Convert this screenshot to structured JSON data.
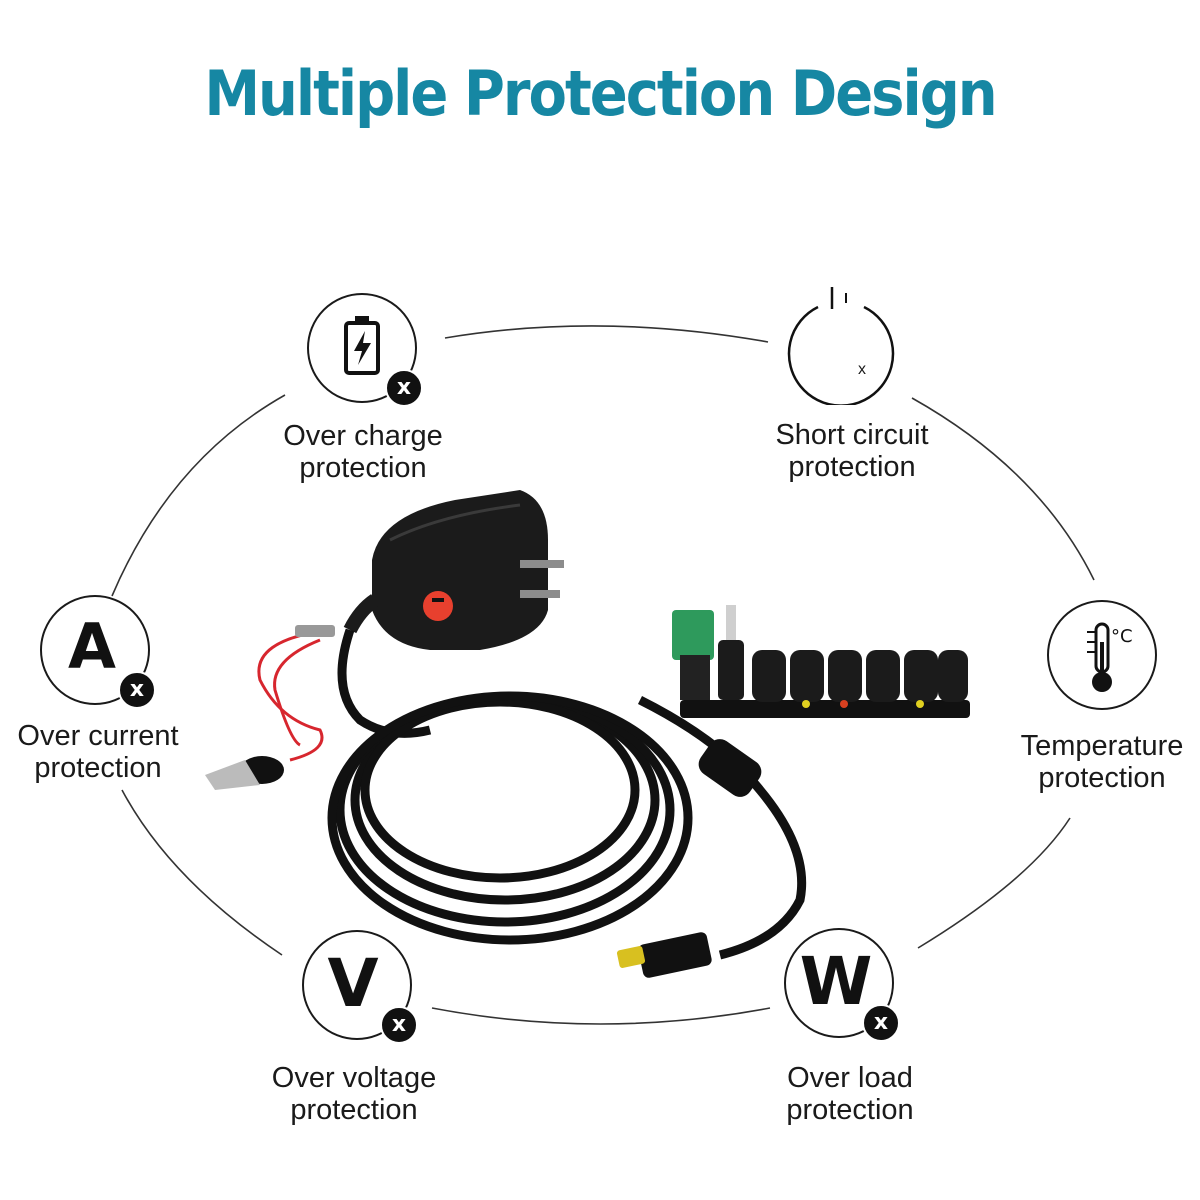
{
  "title": "Multiple Protection Design",
  "features": {
    "over_charge": {
      "line1": "Over charge",
      "line2": "protection",
      "icon": "battery-charging-icon"
    },
    "short_circuit": {
      "line1": "Short circuit",
      "line2": "protection",
      "icon": "power-icon"
    },
    "over_current": {
      "line1": "Over current",
      "line2": "protection",
      "icon": "amp-icon",
      "glyph": "A"
    },
    "temperature": {
      "line1": "Temperature",
      "line2": "protection",
      "icon": "thermometer-icon",
      "unit": "°C"
    },
    "over_voltage": {
      "line1": "Over voltage",
      "line2": "protection",
      "icon": "volt-icon",
      "glyph": "V"
    },
    "over_load": {
      "line1": "Over load",
      "line2": "protection",
      "icon": "watt-icon",
      "glyph": "W"
    }
  },
  "badge_mark": "x",
  "colors": {
    "title": "#1687a3",
    "ink": "#1a1a1a",
    "dial": "#e8402e",
    "connector_green": "#2e9a5c",
    "wire_red": "#d7262e"
  }
}
